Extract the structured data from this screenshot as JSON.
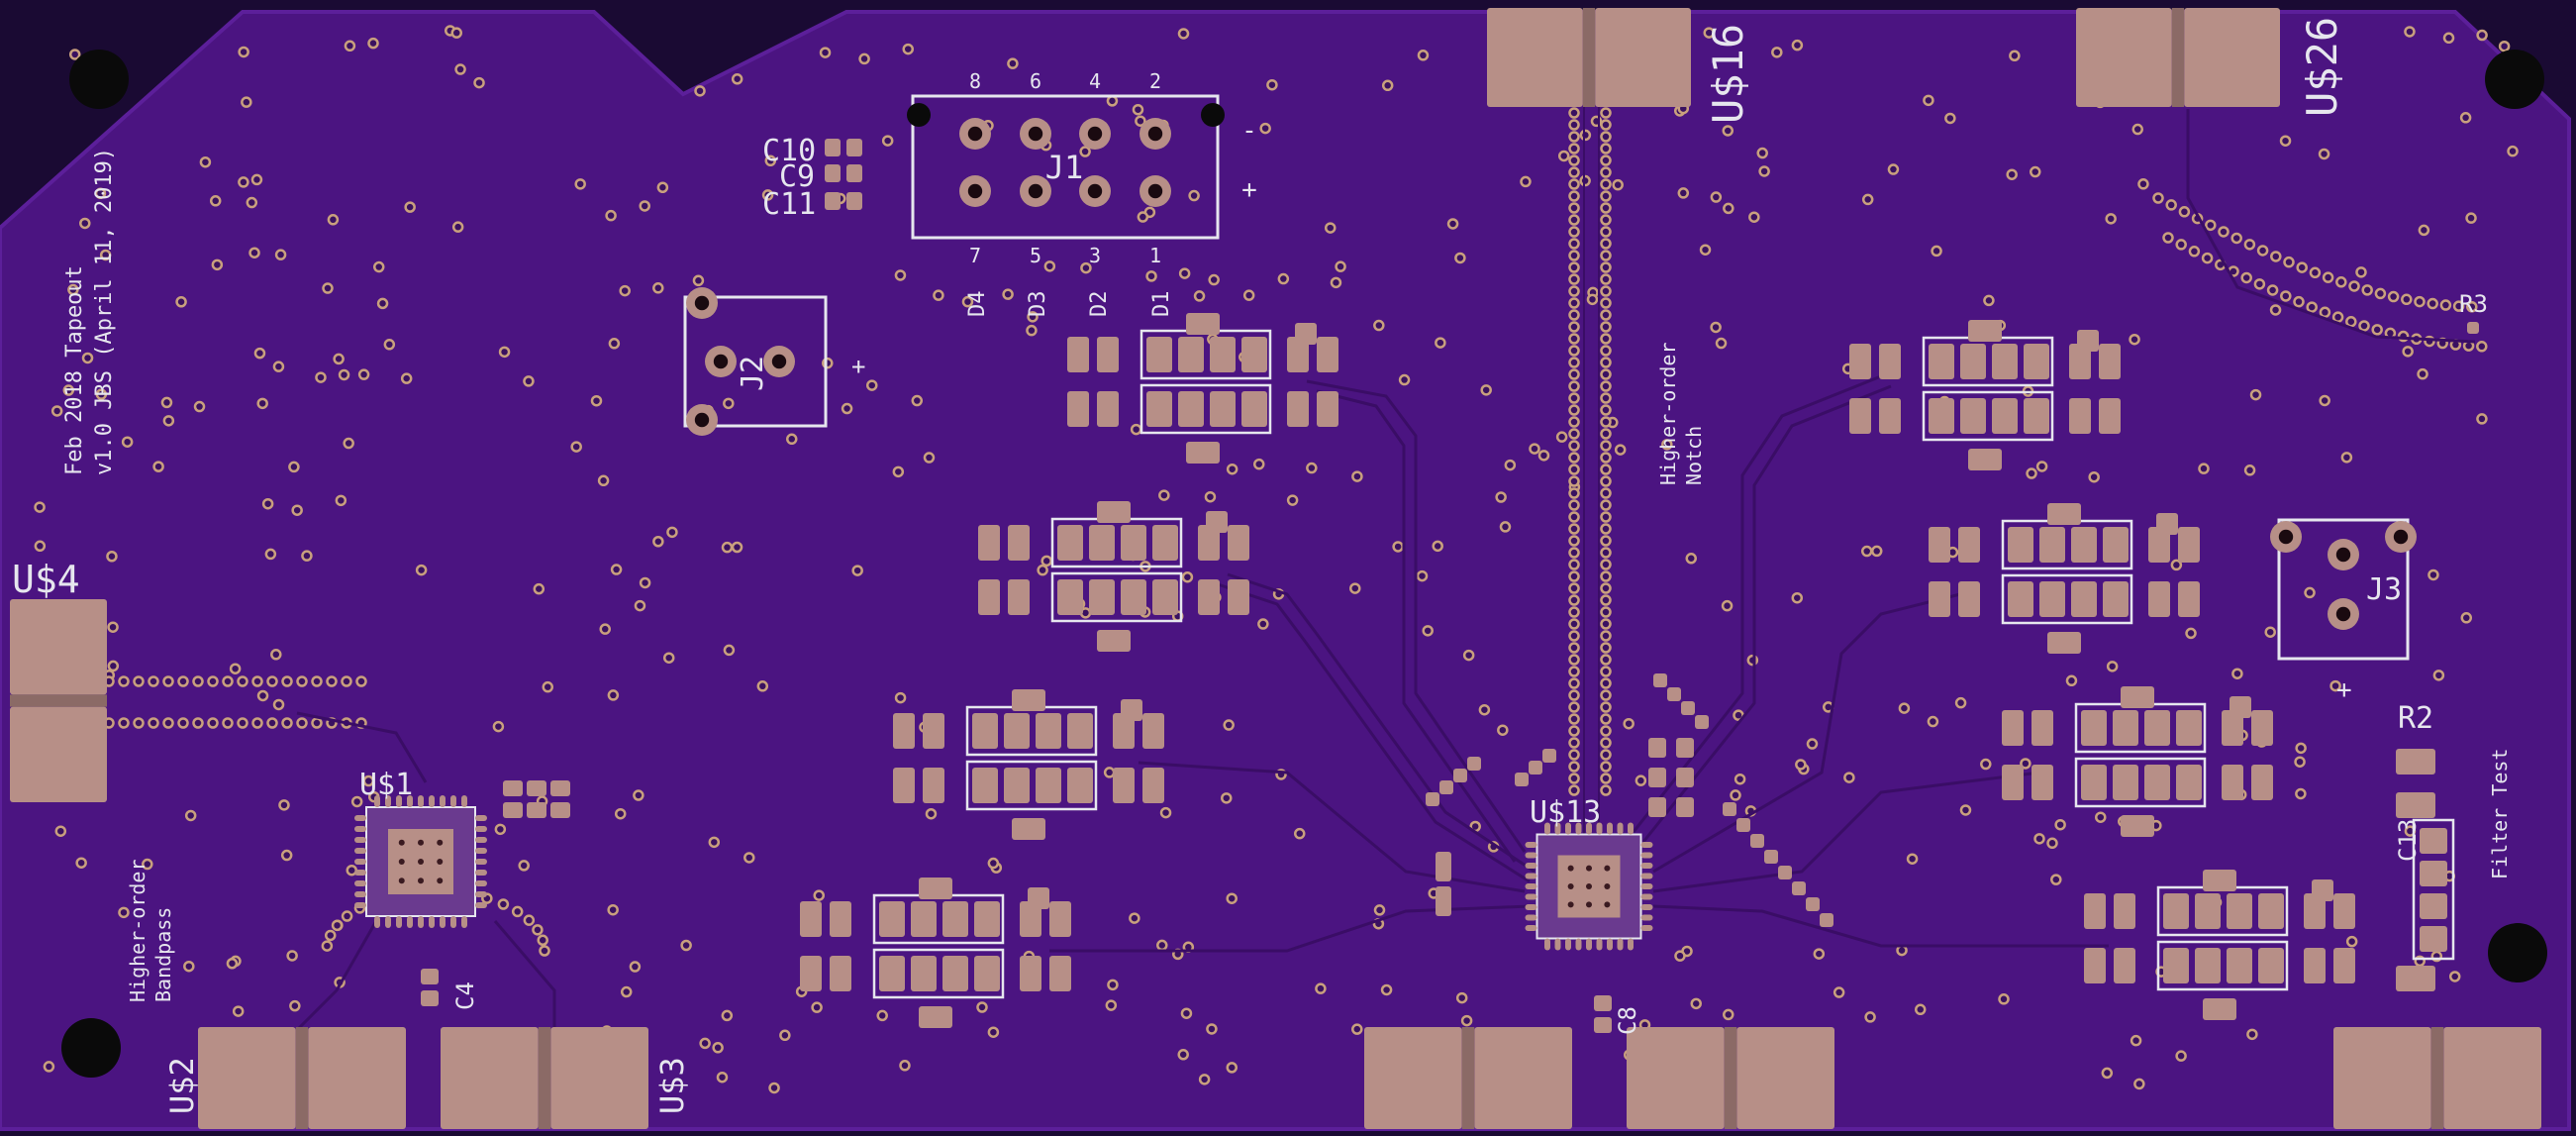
{
  "colors": {
    "background": "#1a0a33",
    "board": "#4b1481",
    "board_edge": "#5c1f9a",
    "trace": "#3a0d66",
    "pad": "#b78f87",
    "pad_dark": "#8b6a66",
    "via_ring": "#c9a07e",
    "via_hole": "#3a1160",
    "silkscreen": "#e6e6ee",
    "mount_hole": "#0a0a0a"
  },
  "labels": {
    "tapeout_line1": "Feb 2018 Tapeout",
    "tapeout_line2": "v1.0 JBS (April 11, 2019)",
    "bandpass_line1": "Higher-order",
    "bandpass_line2": "Bandpass",
    "notch_line1": "Higher-order",
    "notch_line2": "Notch",
    "filter_test": "Filter Test"
  },
  "refs": {
    "j1": "J1",
    "j2": "J2",
    "j3": "J3",
    "c9": "C9",
    "c10": "C10",
    "c11": "C11",
    "c4": "C4",
    "c8": "C8",
    "u1": "U$1",
    "u2": "U$2",
    "u3": "U$3",
    "u4": "U$4",
    "u13": "U$13",
    "u16": "U$16",
    "u26": "U$26",
    "r2": "R2",
    "r3": "R3",
    "c13": "C13",
    "d1": "D1",
    "d2": "D2",
    "d3": "D3",
    "d4": "D4"
  },
  "j1_pins": {
    "top": [
      "8",
      "6",
      "4",
      "2"
    ],
    "bottom": [
      "7",
      "5",
      "3",
      "1"
    ],
    "minus": "-",
    "plus": "+"
  },
  "j2_plus": "+",
  "j3_plus": "+"
}
